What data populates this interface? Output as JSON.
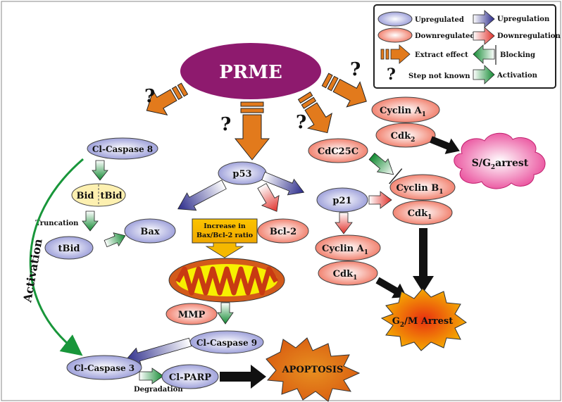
{
  "center": {
    "label": "PRME"
  },
  "unknown_mark": "?",
  "nodes": {
    "cl_caspase8": "Cl-Caspase 8",
    "bid": "Bid",
    "tbid_inner": "tBid",
    "tbid": "tBid",
    "truncation": "Truncation",
    "bax": "Bax",
    "p53": "p53",
    "bcl2": "Bcl-2",
    "ratio_box": [
      "Increase in",
      "Bax/Bcl-2 ratio"
    ],
    "mmp": "MMP",
    "cl_caspase9": "Cl-Caspase 9",
    "cl_caspase3": "Cl-Caspase 3",
    "cl_parp": "Cl-PARP",
    "degradation": "Degradation",
    "apoptosis": "APOPTOSIS",
    "activation_label": "Activation",
    "cdc25c": "CdC25C",
    "p21": "p21",
    "cyclin_a1_top": {
      "main": "Cyclin A",
      "sub": "1"
    },
    "cdk2": {
      "main": "Cdk",
      "sub": "2"
    },
    "cyclin_b1": {
      "main": "Cyclin B",
      "sub": "1"
    },
    "cdk1_right": {
      "main": "Cdk",
      "sub": "1"
    },
    "cyclin_a1_mid": {
      "main": "Cyclin A",
      "sub": "1"
    },
    "cdk1_mid": {
      "main": "Cdk",
      "sub": "1"
    },
    "sg2_arrest": {
      "pre": "S/G",
      "sub": "2",
      "post": "arrest"
    },
    "g2m_arrest": {
      "pre": "G",
      "sub": "2",
      "post": "/M Arrest"
    }
  },
  "legend": {
    "upregulated": "Upregulated",
    "downregulated": "Downregulated",
    "upregulation": "Upregulation",
    "downregulation": "Downregulation",
    "extract_effect": "Extract effect",
    "blocking": "Blocking",
    "unknown_symbol": "?",
    "step_not_known": "Step not known",
    "activation": "Activation"
  },
  "colors": {
    "prme": "#8e1a6e",
    "upregulated_node": "#b7b9e6",
    "downregulated_node": "#f4a99a",
    "extract_arrow": "#e27a1c",
    "upregulation_arrow": "#3a3a9a",
    "downregulation_arrow": "#e0443a",
    "activation_arrow": "#1a9a3a",
    "ratio_box": "#f5b800",
    "bid_box": "#fdf0b0",
    "sg2_cloud": "#e84d9a",
    "g2m_burst": "#f5b000",
    "apoptosis_burst": "#e26a10"
  }
}
